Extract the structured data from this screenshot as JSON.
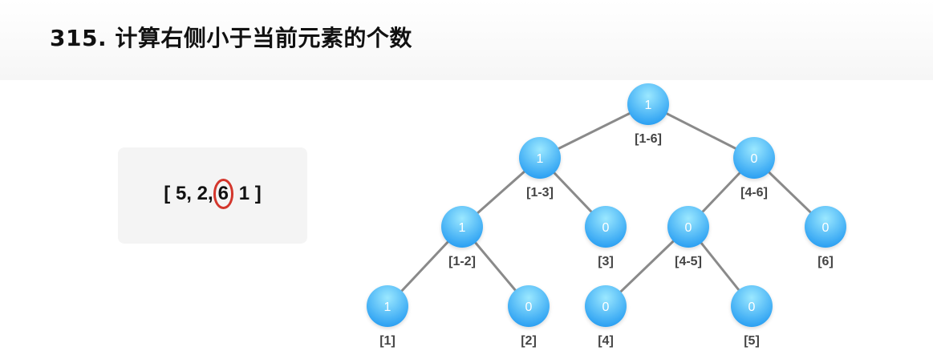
{
  "title": "315. 计算右侧小于当前元素的个数",
  "array": {
    "open": "[ ",
    "items": [
      "5",
      "2",
      "6",
      "1"
    ],
    "highlighted_index": 2,
    "close": " ]",
    "highlight_color": "#d3362c"
  },
  "tree": {
    "node_color_light": "#8ee3ff",
    "node_color_dark": "#2a9ff2",
    "edge_color": "#8a8a8a",
    "nodes": [
      {
        "id": "n16",
        "value": "1",
        "range": "[1-6]"
      },
      {
        "id": "n13",
        "value": "1",
        "range": "[1-3]"
      },
      {
        "id": "n46",
        "value": "0",
        "range": "[4-6]"
      },
      {
        "id": "n12",
        "value": "1",
        "range": "[1-2]"
      },
      {
        "id": "n3",
        "value": "0",
        "range": "[3]"
      },
      {
        "id": "n45",
        "value": "0",
        "range": "[4-5]"
      },
      {
        "id": "n6",
        "value": "0",
        "range": "[6]"
      },
      {
        "id": "n1",
        "value": "1",
        "range": "[1]"
      },
      {
        "id": "n2",
        "value": "0",
        "range": "[2]"
      },
      {
        "id": "n4",
        "value": "0",
        "range": "[4]"
      },
      {
        "id": "n5",
        "value": "0",
        "range": "[5]"
      }
    ],
    "edges": [
      [
        "n16",
        "n13"
      ],
      [
        "n16",
        "n46"
      ],
      [
        "n13",
        "n12"
      ],
      [
        "n13",
        "n3"
      ],
      [
        "n46",
        "n45"
      ],
      [
        "n46",
        "n6"
      ],
      [
        "n12",
        "n1"
      ],
      [
        "n12",
        "n2"
      ],
      [
        "n45",
        "n4"
      ],
      [
        "n45",
        "n5"
      ]
    ]
  }
}
